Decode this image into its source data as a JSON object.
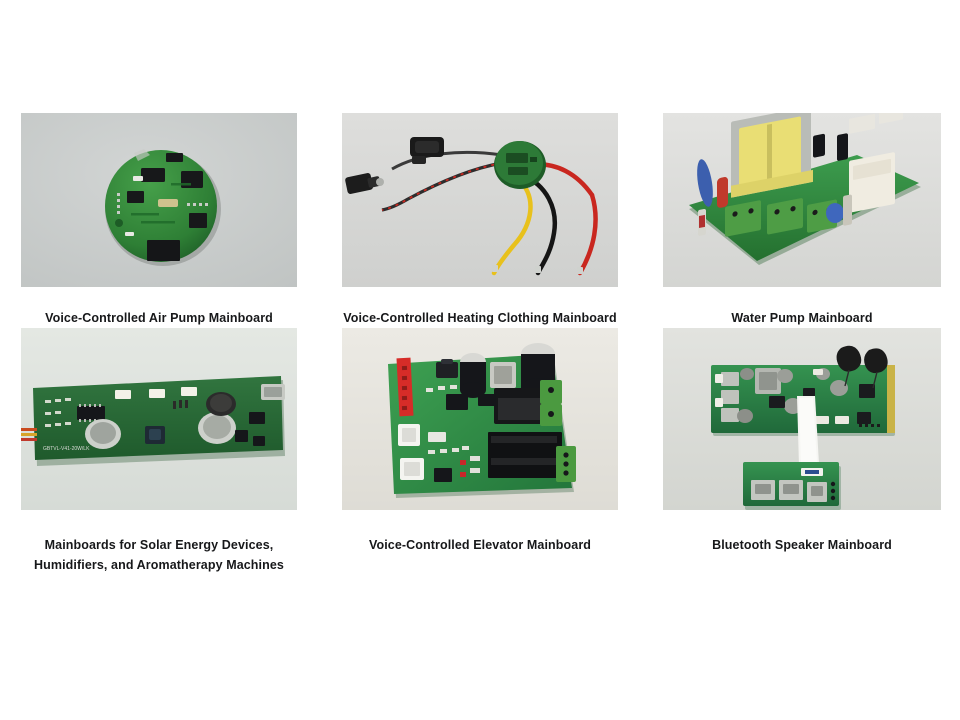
{
  "page": {
    "title": "Mainboard Product Gallery",
    "background_color": "#ffffff",
    "layout": "3-column grid, 2 rows",
    "text_color": "#17181a"
  },
  "items": [
    {
      "caption": "Voice-Controlled Air Pump Mainboard",
      "image_name": "voice-controlled-air-pump-mainboard-photo",
      "photo_background": "#c6c9c9",
      "board_color": "#2f7a33",
      "board_shape": "round",
      "alt": "Round green printed circuit board with surface-mount chips photographed on a light gray background"
    },
    {
      "caption": "Voice-Controlled Heating Clothing Mainboard",
      "image_name": "voice-controlled-heating-clothing-mainboard-photo",
      "photo_background": "#d7d7d5",
      "board_color": "#2d6b36",
      "board_shape": "small-round",
      "wire_colors": [
        "#e8c11c",
        "#151515",
        "#c9271f"
      ],
      "alt": "Small round green controller board with yellow, black and red lead wires and a black microphone module"
    },
    {
      "caption": "Water Pump Mainboard",
      "image_name": "water-pump-mainboard-photo",
      "photo_background": "#dcdcda",
      "board_color": "#2e8b45",
      "board_shape": "rectangular",
      "component_colors": {
        "transformer": "#ece07a",
        "relay": "#efeade",
        "terminal_block": "#55a04a",
        "capacitor": "#3a5fb8",
        "resistor": "#c0392b"
      },
      "alt": "Green power supply board with a yellow transformer, white relay, three green terminal blocks and a blue capacitor"
    },
    {
      "caption": "Mainboards for Solar Energy Devices, Humidifiers, and Aromatherapy Machines",
      "caption_lines": [
        "Mainboards for Solar Energy Devices,",
        "Humidifiers, and Aromatherapy Machines"
      ],
      "image_name": "solar-humidifier-aromatherapy-mainboard-photo",
      "photo_background": "#dfe3de",
      "board_color": "#2b6b3c",
      "board_shape": "long-strip",
      "alt": "Long narrow dark green strip board with LEDs, a USB port, a tactile button and two inductors"
    },
    {
      "caption": "Voice-Controlled Elevator Mainboard",
      "image_name": "voice-controlled-elevator-mainboard-photo",
      "photo_background": "#e5e4df",
      "board_color": "#2e8b4e",
      "board_shape": "square",
      "component_colors": {
        "header": "#d32f2f",
        "capacitor": "#1a1a1a",
        "relay": "#111111",
        "terminal_block": "#4c9a3f",
        "connector": "#f2f2ef"
      },
      "alt": "Square green control board with a red pin header strip, two large black capacitors, black relays and green screw terminals"
    },
    {
      "caption": "Bluetooth Speaker Mainboard",
      "image_name": "bluetooth-speaker-mainboard-photo",
      "photo_background": "#dbdcd8",
      "board_color": "#2f7a44",
      "board_shape": "two-boards-ribbon",
      "component_colors": {
        "ribbon": "#f6f6f4",
        "module": "#1b1b1b",
        "shield": "#b6b8b4"
      },
      "alt": "Two green boards joined by a white flat flex ribbon cable with USB ports and two black modules"
    }
  ]
}
